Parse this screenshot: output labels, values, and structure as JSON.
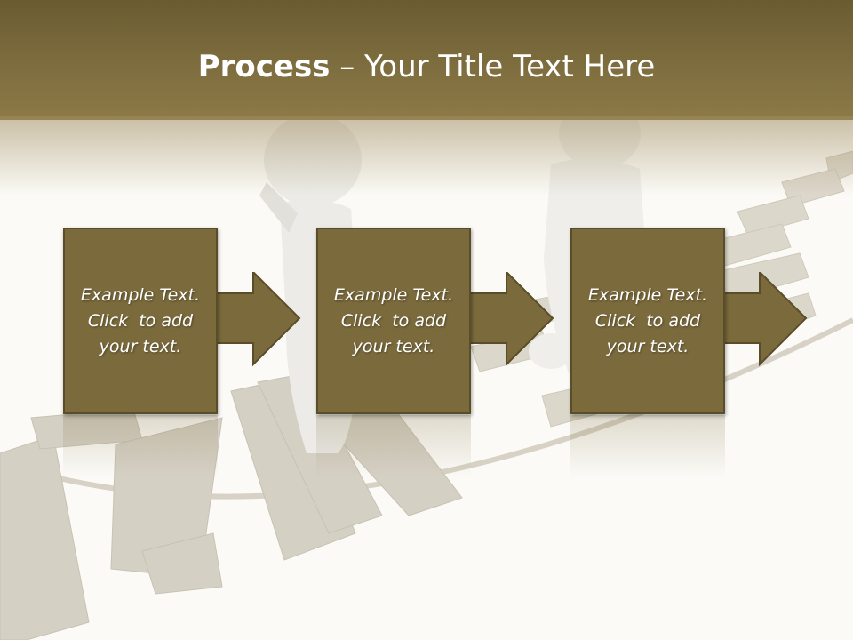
{
  "slide": {
    "title_bold": "Process",
    "title_rest": " – Your Title Text Here"
  },
  "steps": [
    {
      "line1": "Example Text.",
      "line2": "Click  to add",
      "line3": "your text."
    },
    {
      "line1": "Example Text.",
      "line2": "Click  to add",
      "line3": "your text."
    },
    {
      "line1": "Example Text.",
      "line2": "Click  to add",
      "line3": "your text."
    }
  ],
  "colors": {
    "header": "#7e6d3e",
    "box_fill": "#7a6a3c",
    "box_border": "#5a4d2a",
    "text": "#ffffff"
  }
}
